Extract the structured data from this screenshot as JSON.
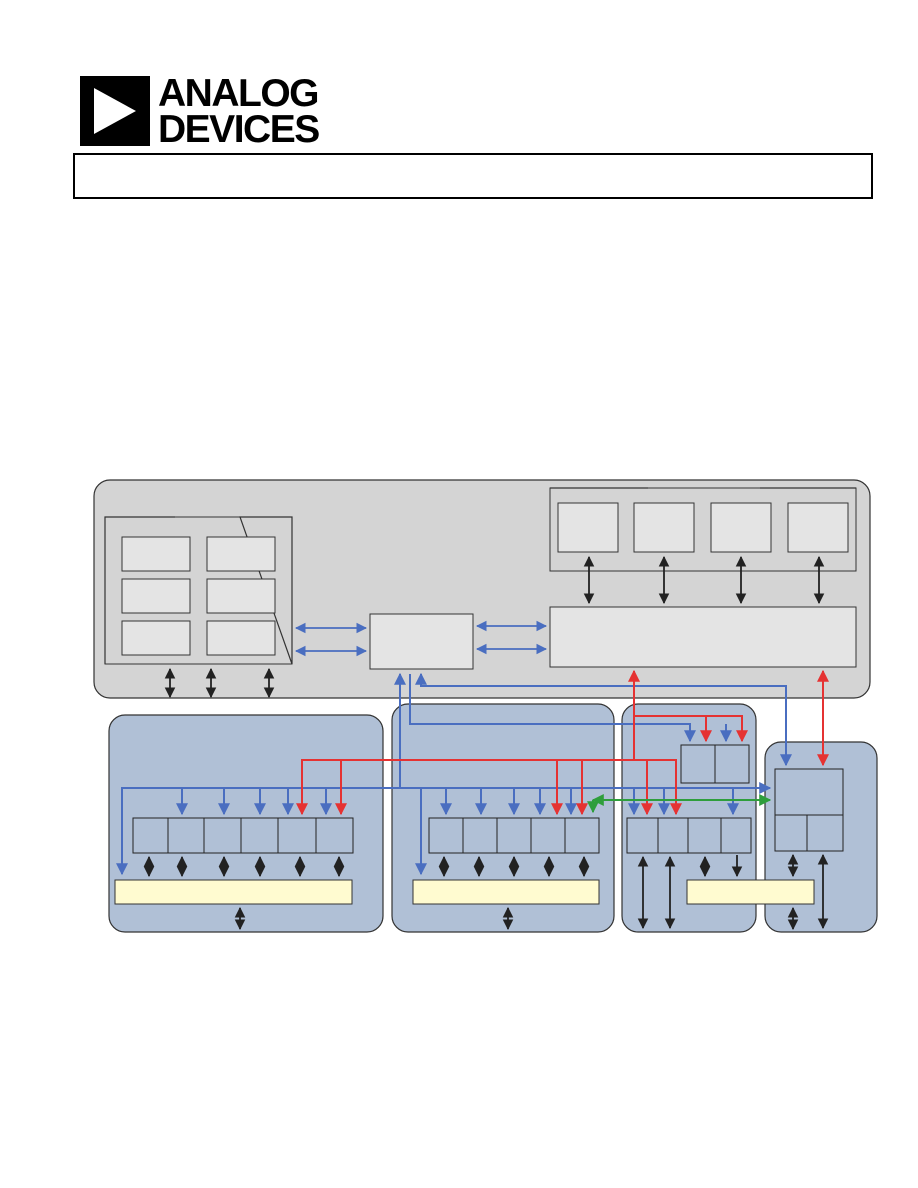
{
  "header": {
    "logo": {
      "name": "analog-devices-logo",
      "line_1": "ANALOG",
      "line_2": "DEVICES"
    },
    "title_text": ""
  },
  "diagram": {
    "colors": {
      "top_block": "#d4d4d4",
      "lower_blocks": "#b0c0d6",
      "inner_box": "#e4e4e4",
      "bus_bar": "#fffbd0",
      "blue_line": "#4a6ec0",
      "red_line": "#e53232",
      "green_line": "#2e9e3c",
      "black_line": "#222222"
    }
  }
}
